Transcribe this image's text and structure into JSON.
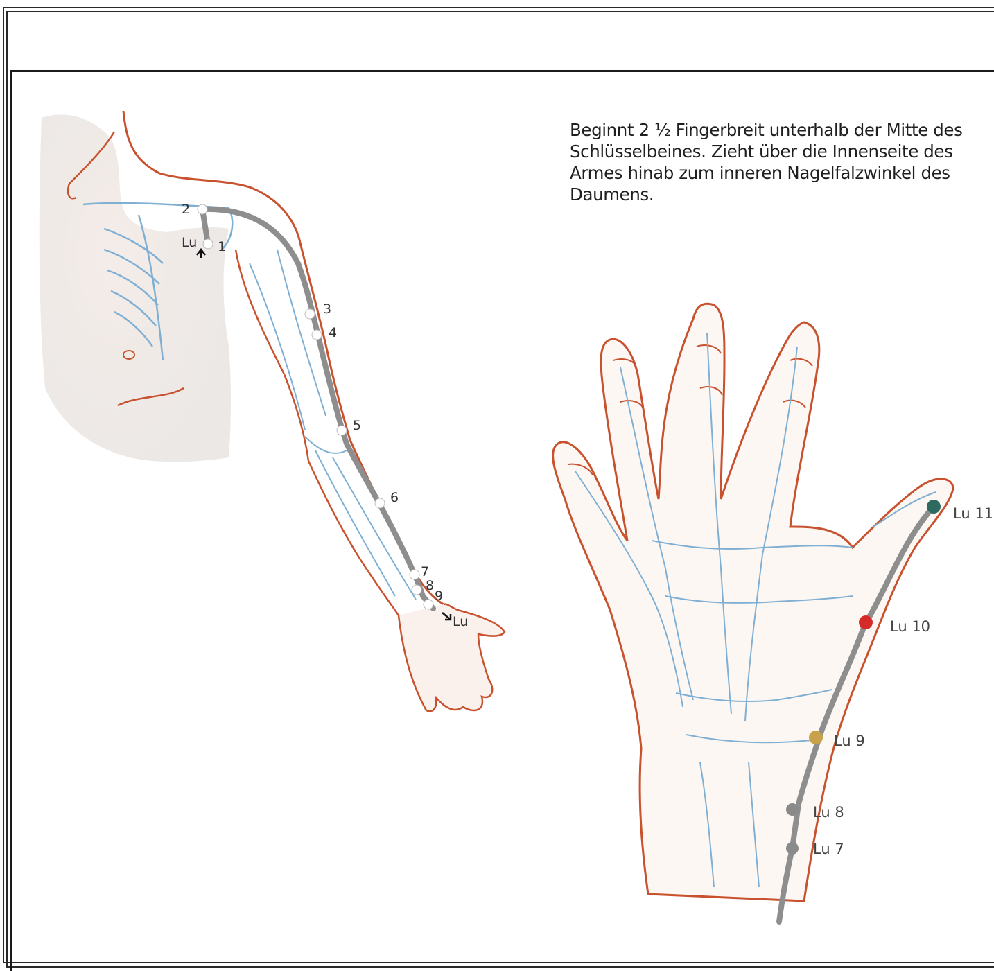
{
  "description": "Beginnt 2 ½ Fingerbreit unterhalb der Mitte des Schlüsselbeines. Zieht über die Innenseite des Armes hinab zum inneren Nagelfalzwinkel des Daumens.",
  "arm_diagram": {
    "start_label": "Lu",
    "end_label": "Lu",
    "points": [
      "1",
      "2",
      "3",
      "4",
      "5",
      "6",
      "7",
      "8",
      "9"
    ]
  },
  "hand_diagram": {
    "points": [
      {
        "label": "Lu 11",
        "color": "#2e6b5e"
      },
      {
        "label": "Lu 10",
        "color": "#d42a2a"
      },
      {
        "label": "Lu 9",
        "color": "#c8a24a"
      },
      {
        "label": "Lu 8",
        "color": "#8a8a8a"
      },
      {
        "label": "Lu 7",
        "color": "#8a8a8a"
      }
    ]
  },
  "colors": {
    "meridian": "#8e8e8e",
    "skin_outline": "#c8512e",
    "vessels": "#7fb0d4",
    "frame": "#2a2a2a"
  }
}
